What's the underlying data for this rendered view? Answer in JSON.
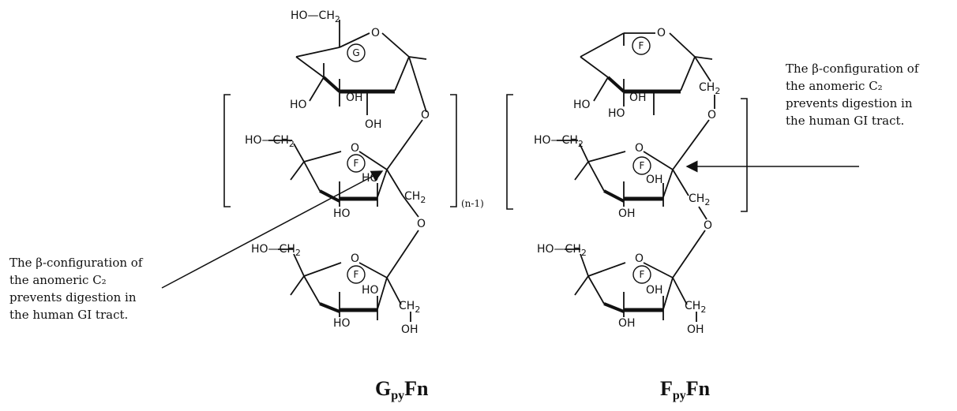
{
  "labels": {
    "ho": "HO",
    "oh": "OH",
    "o": "O",
    "ch2": "CH",
    "sub2": "2"
  },
  "rings": {
    "glucose": "G",
    "fructose": "F"
  },
  "repeat_index": "(n-1)",
  "annotations": {
    "left": [
      "The β-configuration of",
      "the anomeric C₂",
      "prevents digestion in",
      "the human GI tract."
    ],
    "right": [
      "The β-configuration of",
      "the anomeric C₂",
      "prevents digestion in",
      "the human GI tract."
    ]
  },
  "captions": {
    "left": {
      "main": "G",
      "sub": "py",
      "tail": "Fn"
    },
    "right": {
      "main": "F",
      "sub": "py",
      "tail": "Fn"
    }
  }
}
